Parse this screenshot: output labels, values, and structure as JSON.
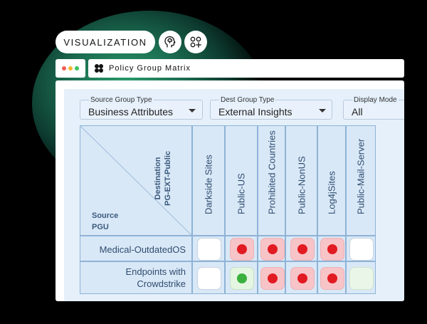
{
  "header": {
    "visualization_label": "VISUALIZATION",
    "brain_icon": "brain-head-icon",
    "apps_icon": "apps-add-icon"
  },
  "window": {
    "title": "Policy Group Matrix",
    "title_icon": "clover-logo-icon",
    "dot_colors": [
      "#f25c54",
      "#f5b731",
      "#3cc463"
    ]
  },
  "filters": {
    "source_group_type": {
      "label": "Source Group Type",
      "value": "Business Attributes"
    },
    "dest_group_type": {
      "label": "Dest Group Type",
      "value": "External Insights"
    },
    "display_mode": {
      "label": "Display Mode",
      "value": "All"
    }
  },
  "matrix": {
    "corner": {
      "destination_label": "Destination",
      "destination_value": "PG-EXT-Public",
      "source_label": "Source",
      "source_value": "PGU"
    },
    "columns": [
      "Darkside Sites",
      "Public-US",
      "Prohibited Countries",
      "Public-NonUS",
      "Log4jSites",
      "Public-Mail-Server"
    ],
    "rows": [
      {
        "label": "Medical-OutdatedOS",
        "cells": [
          "empty",
          "red",
          "red",
          "red",
          "red",
          "empty"
        ]
      },
      {
        "label": "Endpoints with Crowdstrike",
        "cells": [
          "empty",
          "green",
          "red",
          "red",
          "red",
          "lightgreen"
        ]
      }
    ]
  },
  "colors": {
    "deny": "#e21b22",
    "allow": "#3ab03e",
    "panel_bg": "#e5f0fb",
    "grid_border": "#8eb3d6"
  }
}
